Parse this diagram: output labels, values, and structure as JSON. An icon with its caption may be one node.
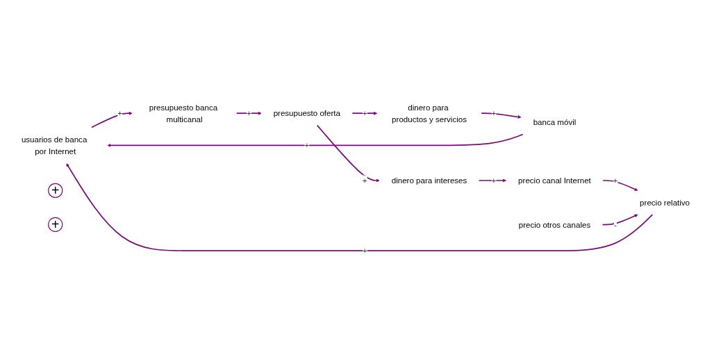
{
  "diagram": {
    "nodes": [
      {
        "text": [
          "usuarios de banca por Internet"
        ]
      },
      {
        "text": [
          "presupuesto banca multicanal"
        ]
      },
      {
        "text": [
          "presupuesto oferta"
        ]
      },
      {
        "text": [
          "dinero para productos y servicios"
        ]
      },
      {
        "text": [
          "banca móvil"
        ]
      },
      {
        "text": [
          "dinero para intereses"
        ]
      },
      {
        "text": [
          "precio canal Internet"
        ]
      },
      {
        "text": [
          "precio relativo"
        ]
      },
      {
        "text": [
          "precio otros canales"
        ]
      },
      {
        "text": [
          "+"
        ]
      },
      {
        "text": [
          "+"
        ]
      }
    ],
    "edges": [
      {
        "from": 0,
        "to": 1,
        "arrow": "to",
        "label": "+"
      },
      {
        "from": 1,
        "to": 2,
        "arrow": "to",
        "label": "+"
      },
      {
        "from": 2,
        "to": 3,
        "arrow": "to",
        "label": "+"
      },
      {
        "from": 3,
        "to": 4,
        "arrow": "to",
        "label": "+"
      },
      {
        "from": 4,
        "to": 0,
        "arrow": "to",
        "label": "+"
      },
      {
        "from": 2,
        "to": 5,
        "arrow": "to",
        "label": "+"
      },
      {
        "from": 5,
        "to": 6,
        "arrow": "to",
        "label": "+"
      },
      {
        "from": 6,
        "to": 7,
        "arrow": "to",
        "label": "+"
      },
      {
        "from": 8,
        "to": 7,
        "arrow": "to",
        "label": "-"
      },
      {
        "from": 7,
        "to": 0,
        "arrow": "to",
        "label": "+"
      }
    ]
  }
}
